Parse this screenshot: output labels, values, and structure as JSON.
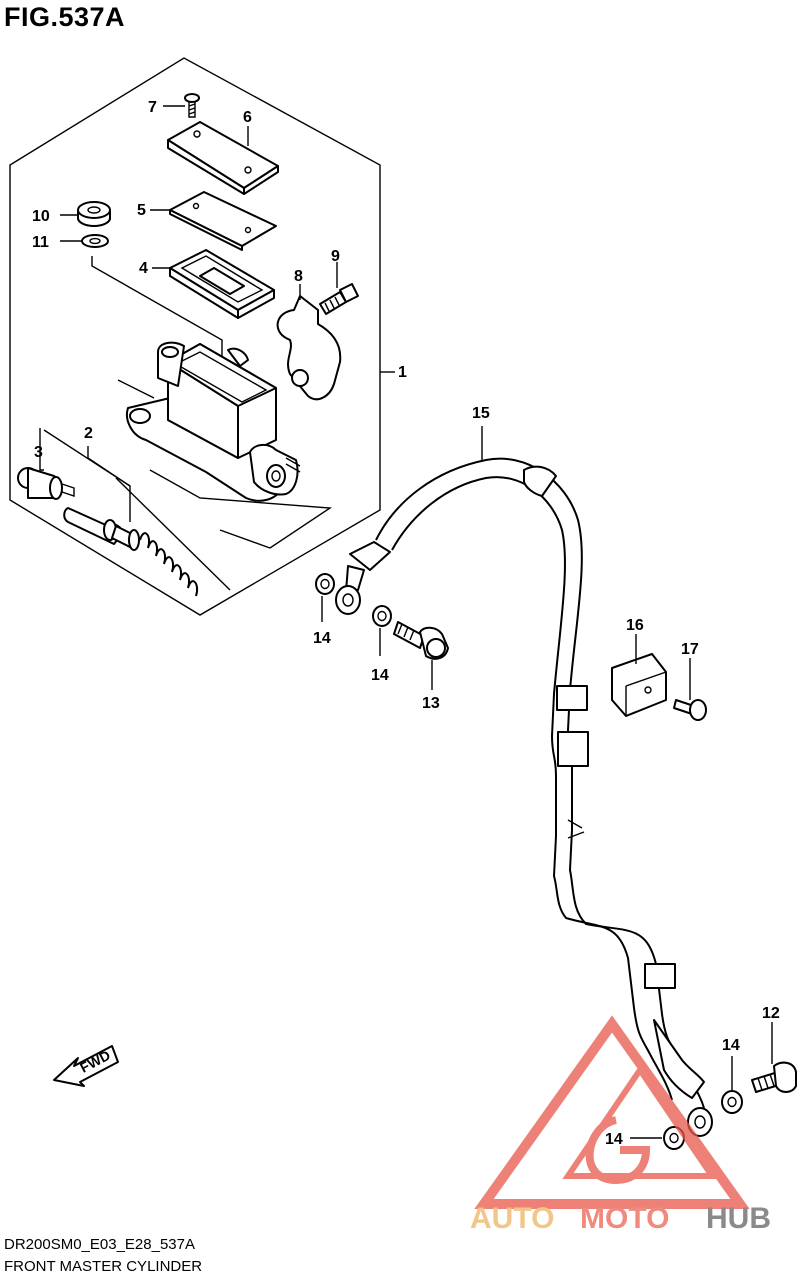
{
  "figure": {
    "title": "FIG.537A",
    "code": "DR200SM0_E03_E28_537A",
    "name": "FRONT MASTER CYLINDER"
  },
  "callouts": {
    "c1": "1",
    "c2": "2",
    "c3": "3",
    "c4": "4",
    "c5": "5",
    "c6": "6",
    "c7": "7",
    "c8": "8",
    "c9": "9",
    "c10": "10",
    "c11": "11",
    "c12": "12",
    "c13": "13",
    "c14a": "14",
    "c14b": "14",
    "c14c": "14",
    "c14d": "14",
    "c15": "15",
    "c16": "16",
    "c17": "17"
  },
  "direction_arrow": {
    "label": "FWD"
  },
  "watermark": {
    "part1": "AUTO",
    "part2": "MOTO",
    "part3": "HUB",
    "colors": {
      "auto": "#f2c68a",
      "moto": "#f08a7e",
      "hub": "#8a8a8a",
      "triangle": "#e8584a"
    }
  }
}
